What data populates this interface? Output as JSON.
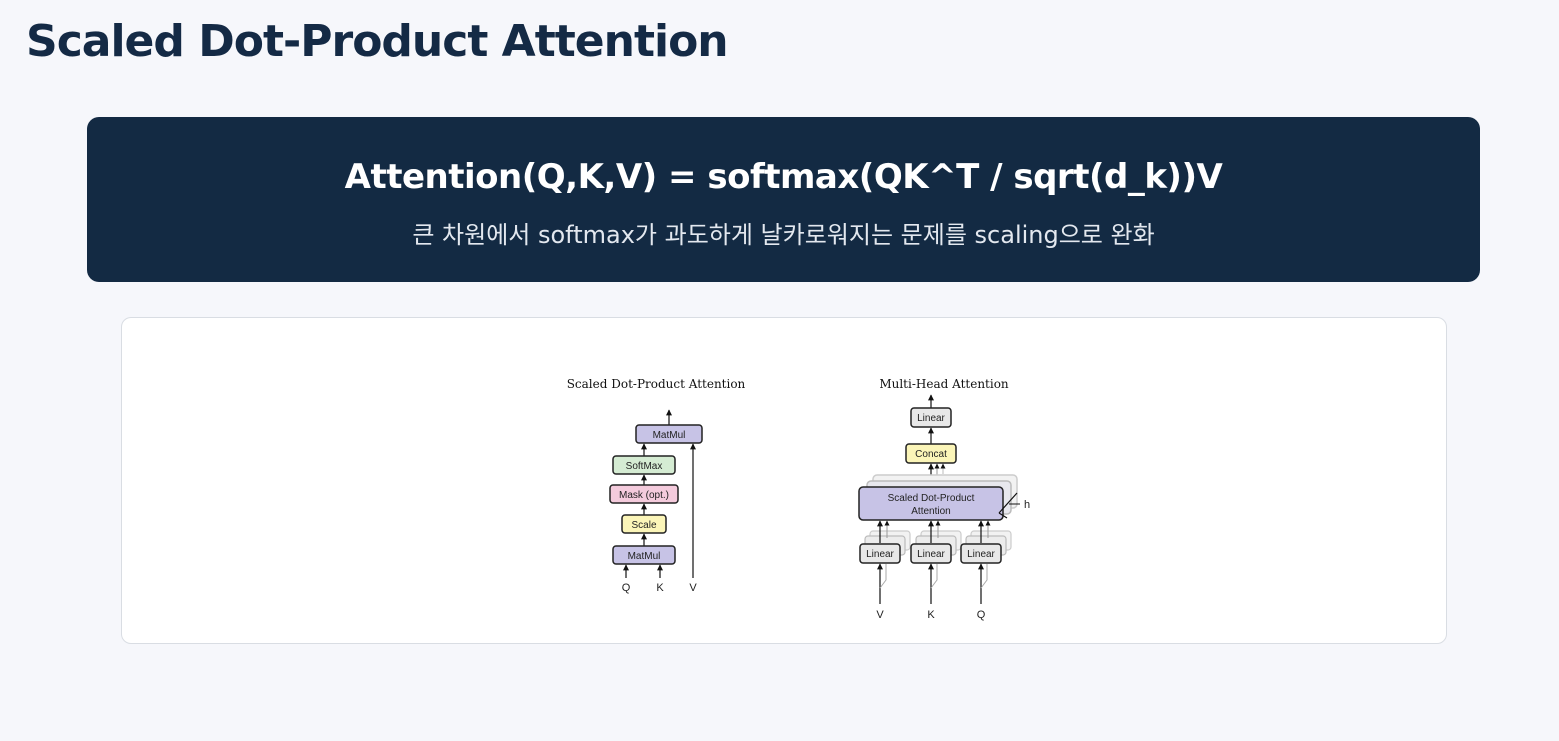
{
  "page": {
    "title": "Scaled Dot-Product Attention"
  },
  "banner": {
    "formula": "Attention(Q,K,V) = softmax(QK^T / sqrt(d_k))V",
    "caption": "큰 차원에서 softmax가 과도하게 날카로워지는 문제를 scaling으로 완화"
  },
  "figure": {
    "left_panel": {
      "title": "Scaled Dot-Product Attention",
      "boxes": [
        "MatMul",
        "SoftMax",
        "Mask (opt.)",
        "Scale",
        "MatMul"
      ],
      "inputs": [
        "Q",
        "K",
        "V"
      ]
    },
    "right_panel": {
      "title": "Multi-Head Attention",
      "linear_top": "Linear",
      "concat": "Concat",
      "attention_line1": "Scaled Dot-Product",
      "attention_line2": "Attention",
      "heads_label": "h",
      "linear_inputs": [
        "Linear",
        "Linear",
        "Linear"
      ],
      "inputs": [
        "V",
        "K",
        "Q"
      ]
    },
    "colors": {
      "matmul": "#c7c3e6",
      "softmax": "#d5ecd3",
      "mask": "#f4cbdc",
      "scale": "#fbf5b8",
      "linear": "#e8e8e8",
      "concat": "#fbf5b8",
      "attention": "#c7c3e6"
    }
  }
}
